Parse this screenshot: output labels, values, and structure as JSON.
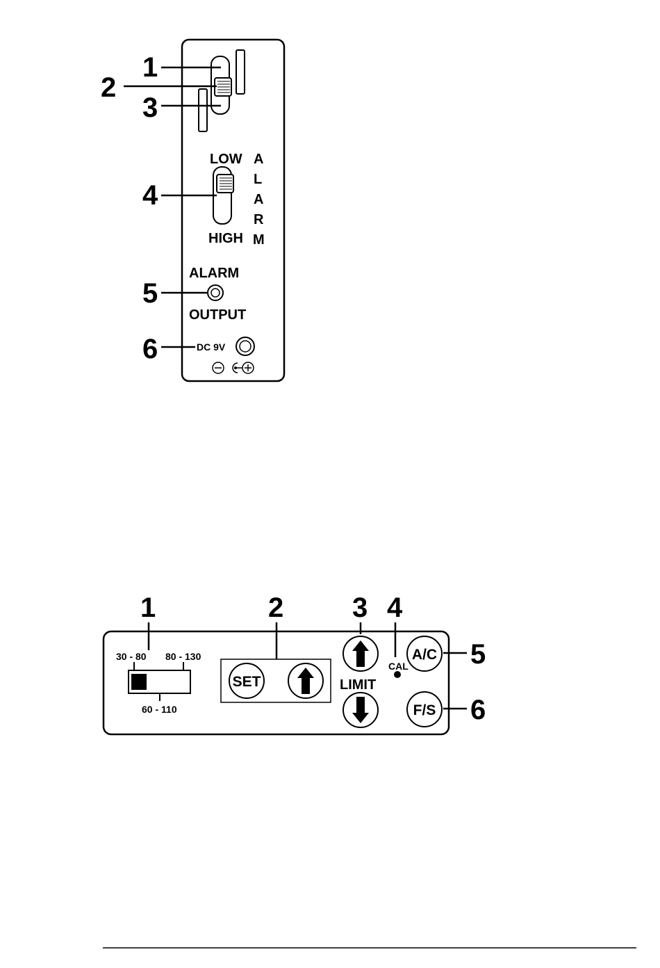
{
  "side_panel": {
    "callouts": [
      "1",
      "2",
      "3",
      "4",
      "5",
      "6"
    ],
    "alarm_switch": {
      "top_label": "LOW",
      "bottom_label": "HIGH"
    },
    "alarm_vertical": [
      "A",
      "L",
      "A",
      "R",
      "M"
    ],
    "alarm_output": {
      "top_label": "ALARM",
      "bottom_label": "OUTPUT"
    },
    "dc_input": {
      "label": "DC 9V"
    }
  },
  "front_panel": {
    "callouts": [
      "1",
      "2",
      "3",
      "4",
      "5",
      "6"
    ],
    "range_selector": {
      "left": "30 - 80",
      "right": "80 - 130",
      "middle": "60 - 110"
    },
    "set_button": "SET",
    "limit_label": "LIMIT",
    "cal_label": "CAL",
    "ac_button": "A/C",
    "fs_button": "F/S"
  }
}
